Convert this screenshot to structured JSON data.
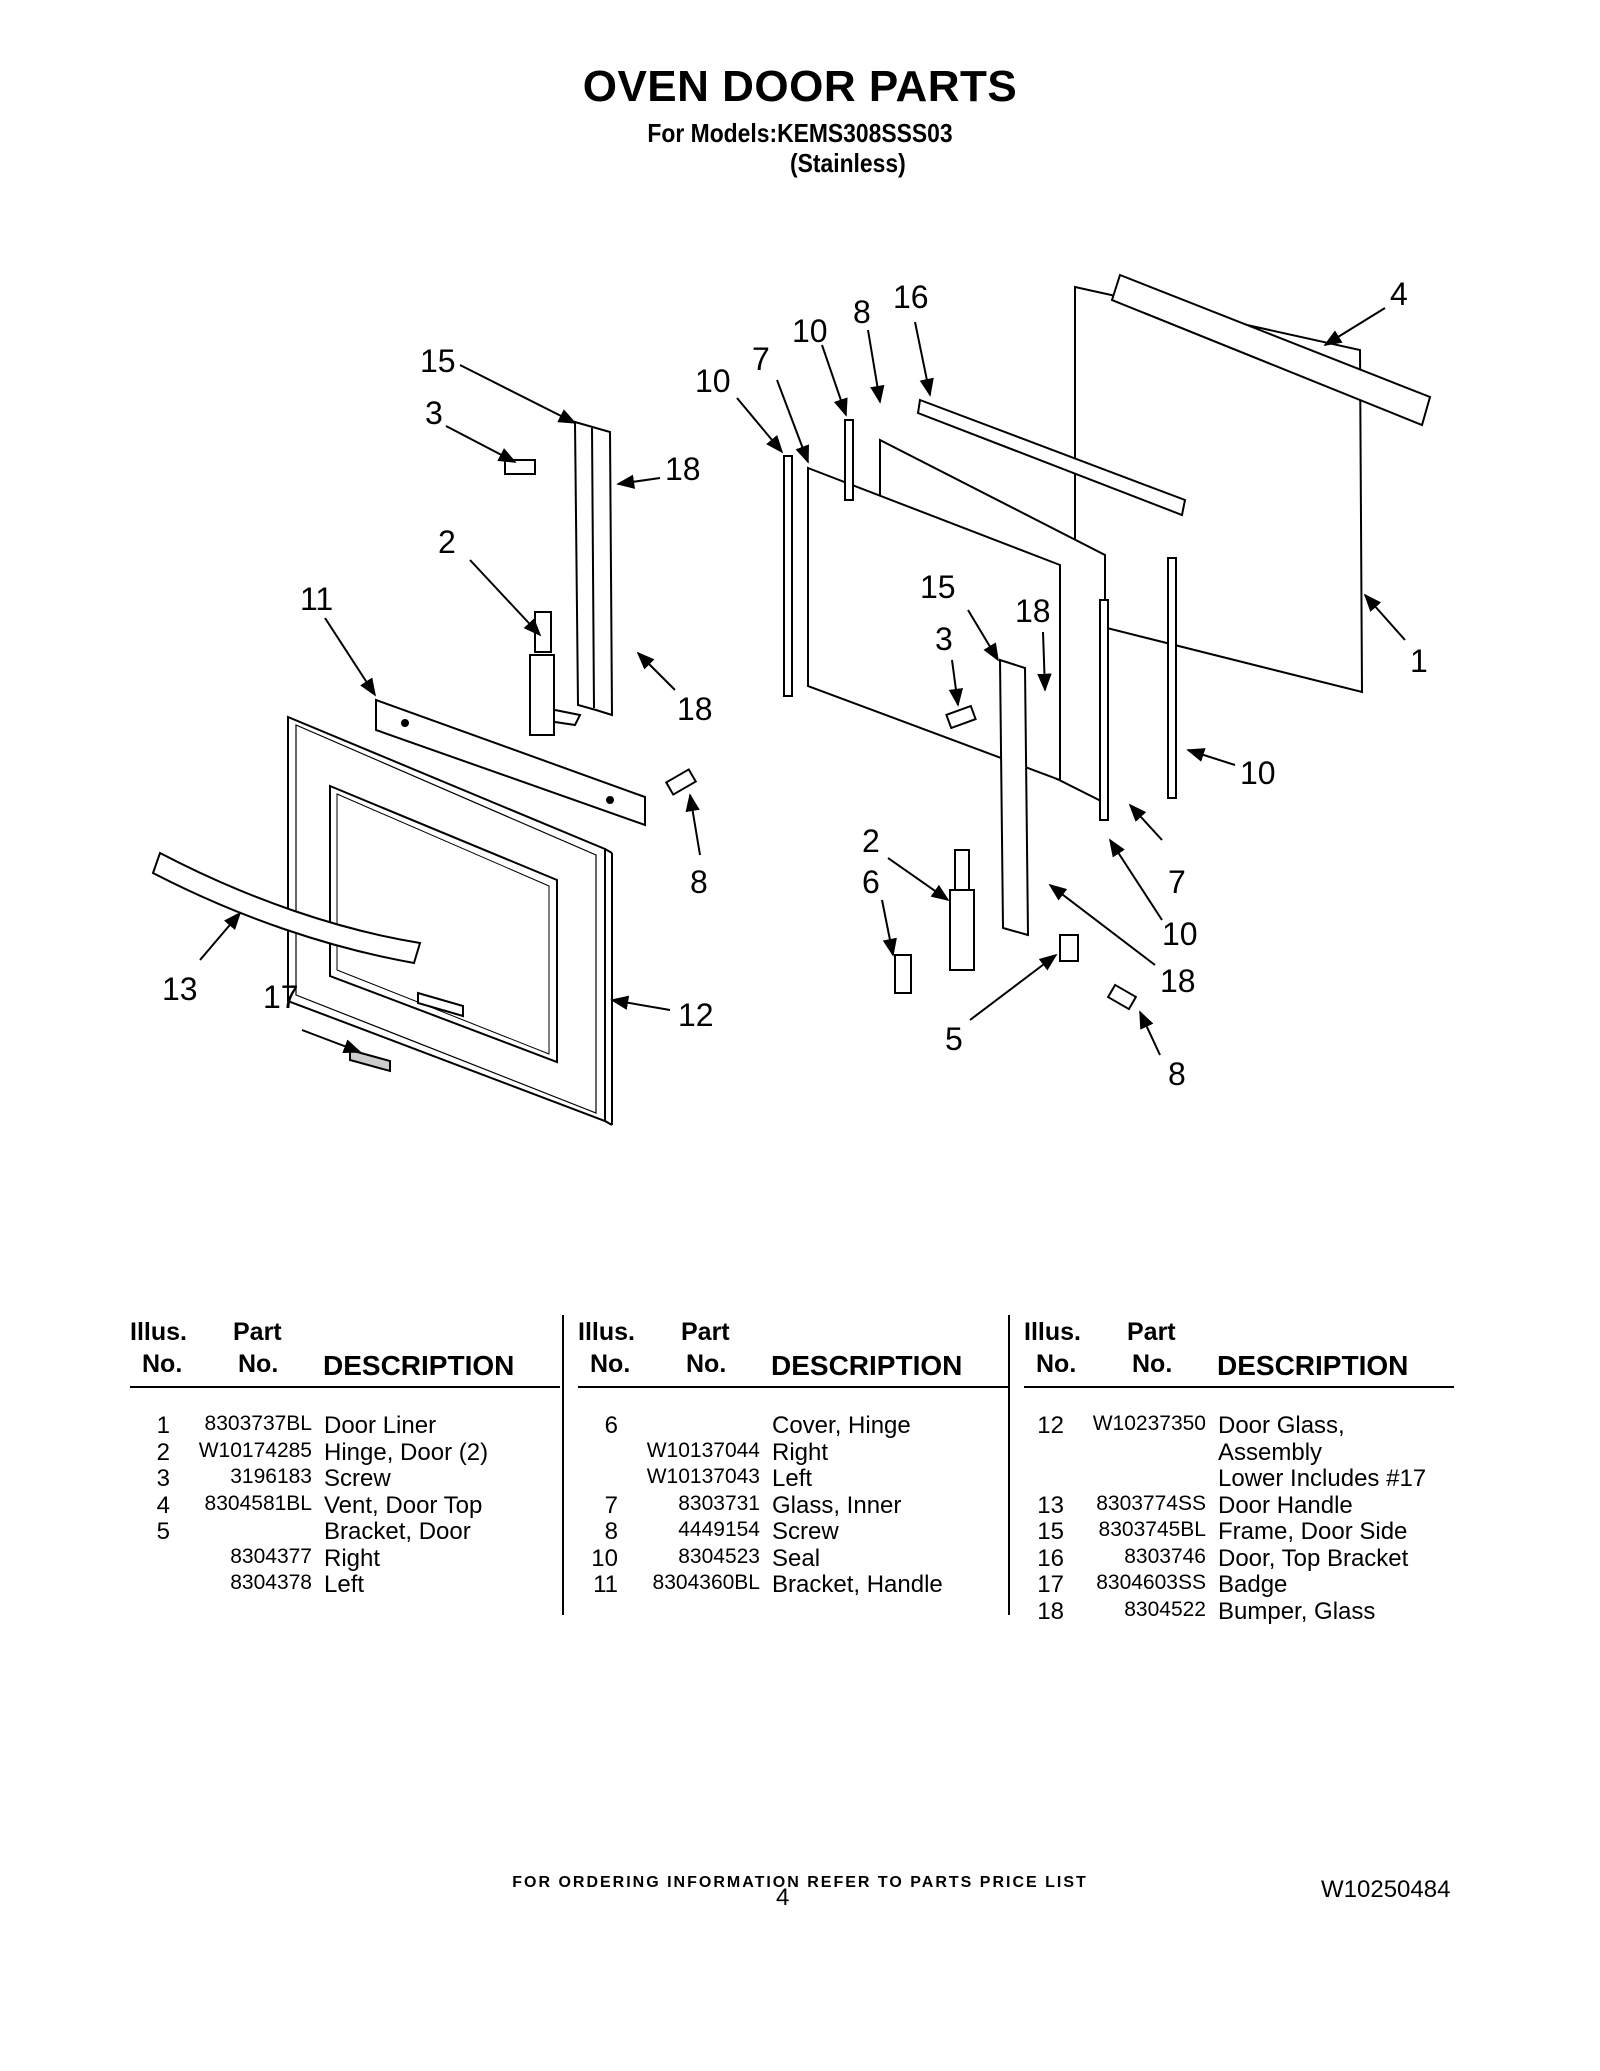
{
  "header": {
    "title": "OVEN DOOR PARTS",
    "models_line": "For Models:KEMS308SSS03",
    "finish": "(Stainless)"
  },
  "diagram": {
    "callouts": [
      "1",
      "2",
      "2",
      "3",
      "3",
      "4",
      "5",
      "6",
      "7",
      "7",
      "8",
      "8",
      "8",
      "10",
      "10",
      "10",
      "10",
      "11",
      "12",
      "13",
      "15",
      "15",
      "16",
      "17",
      "18",
      "18",
      "18",
      "18"
    ]
  },
  "table_headers": {
    "illus_top": "Illus.",
    "illus_bottom": "No.",
    "part_top": "Part",
    "part_bottom": "No.",
    "description": "DESCRIPTION"
  },
  "parts_columns": [
    [
      {
        "no": "1",
        "part": "8303737BL",
        "desc": "Door Liner"
      },
      {
        "no": "2",
        "part": "W10174285",
        "desc": "Hinge, Door (2)"
      },
      {
        "no": "3",
        "part": "3196183",
        "desc": "Screw"
      },
      {
        "no": "4",
        "part": "8304581BL",
        "desc": "Vent, Door Top"
      },
      {
        "no": "5",
        "part": "",
        "desc": "Bracket, Door"
      },
      {
        "no": "",
        "part": "8304377",
        "desc": "Right"
      },
      {
        "no": "",
        "part": "8304378",
        "desc": "Left"
      }
    ],
    [
      {
        "no": "6",
        "part": "",
        "desc": "Cover, Hinge"
      },
      {
        "no": "",
        "part": "W10137044",
        "desc": "Right"
      },
      {
        "no": "",
        "part": "W10137043",
        "desc": "Left"
      },
      {
        "no": "7",
        "part": "8303731",
        "desc": "Glass, Inner"
      },
      {
        "no": "8",
        "part": "4449154",
        "desc": "Screw"
      },
      {
        "no": "10",
        "part": "8304523",
        "desc": "Seal"
      },
      {
        "no": "11",
        "part": "8304360BL",
        "desc": "Bracket, Handle"
      }
    ],
    [
      {
        "no": "12",
        "part": "W10237350",
        "desc": "Door Glass,"
      },
      {
        "no": "",
        "part": "",
        "desc": "Assembly"
      },
      {
        "no": "",
        "part": "",
        "desc": "Lower Includes #17"
      },
      {
        "no": "13",
        "part": "8303774SS",
        "desc": "Door Handle"
      },
      {
        "no": "15",
        "part": "8303745BL",
        "desc": "Frame, Door Side"
      },
      {
        "no": "16",
        "part": "8303746",
        "desc": "Door, Top Bracket"
      },
      {
        "no": "17",
        "part": "8304603SS",
        "desc": "Badge"
      },
      {
        "no": "18",
        "part": "8304522",
        "desc": "Bumper, Glass"
      }
    ]
  ],
  "footer": {
    "ordering_note": "FOR ORDERING INFORMATION REFER TO PARTS PRICE LIST",
    "page_number": "4",
    "document_number": "W10250484"
  }
}
